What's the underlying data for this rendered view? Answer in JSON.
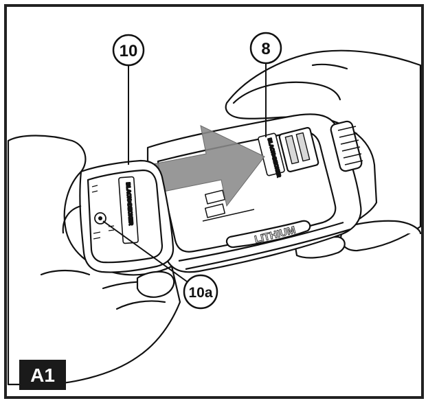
{
  "figure": {
    "panel_label": "A1",
    "callouts": [
      {
        "id": "callout-10",
        "text": "10"
      },
      {
        "id": "callout-8",
        "text": "8"
      },
      {
        "id": "callout-10a",
        "text": "10a"
      }
    ],
    "battery_marking": "LITHIUM",
    "brand_marking": "BLACK+DECKER",
    "charger_marking": "BLACK+DECKER"
  },
  "colors": {
    "ink": "#111111",
    "arrow_fill": "#8a8a8a",
    "paper": "#ffffff",
    "label_bg": "#1a1a1a",
    "frame": "#222222"
  }
}
